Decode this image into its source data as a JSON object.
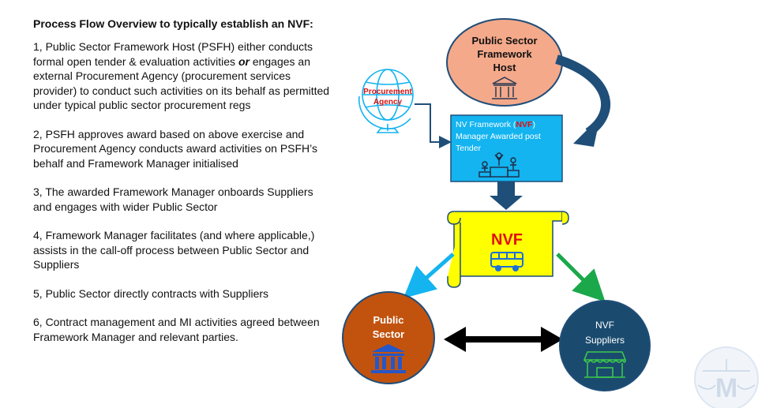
{
  "heading": "Process  Flow Overview to typically establish an NVF:",
  "steps": [
    {
      "text": "1, Public Sector Framework Host (PSFH) either conducts formal open tender & evaluation activities"
    },
    {
      "em": "or",
      "rest": " engages an external Procurement Agency (procurement services provider) to conduct such activities on its behalf as permitted under typical public sector procurement regs"
    },
    {
      "text": "2, PSFH approves award based on above exercise and Procurement Agency conducts award activities on PSFH’s behalf and Framework Manager initialised"
    },
    {
      "text": "3, The awarded Framework Manager onboards Suppliers and engages with wider Public Sector"
    },
    {
      "text": "4, Framework Manager facilitates (and where applicable,) assists in the call-off process between Public Sector and Suppliers"
    },
    {
      "text": "5, Public Sector directly contracts with Suppliers"
    },
    {
      "text": "6, Contract management and MI activities agreed between Framework Manager and relevant parties."
    }
  ],
  "diagram": {
    "host_label": [
      "Public Sector",
      "Framework",
      "Host"
    ],
    "agency_label": [
      "Procurement",
      "Agency"
    ],
    "manager_label": {
      "prefix": "NV Framework (",
      "highlight": "NVF",
      "suffix": ")",
      "line2": "Manager Awarded post",
      "line3": "Tender"
    },
    "nvf_label": "NVF",
    "public_sector_label": [
      "Public",
      "Sector"
    ],
    "suppliers_label": [
      "NVF",
      "Suppliers"
    ],
    "logo_letter": "M"
  },
  "colors": {
    "host_fill": "#f4a98a",
    "manager_fill": "#13b4f0",
    "scroll_fill": "#ffff00",
    "public_sector_fill": "#c2530f",
    "suppliers_fill": "#1a4b6e",
    "nvf_text": "#e01010",
    "arrow_dark": "#1f4e79"
  }
}
